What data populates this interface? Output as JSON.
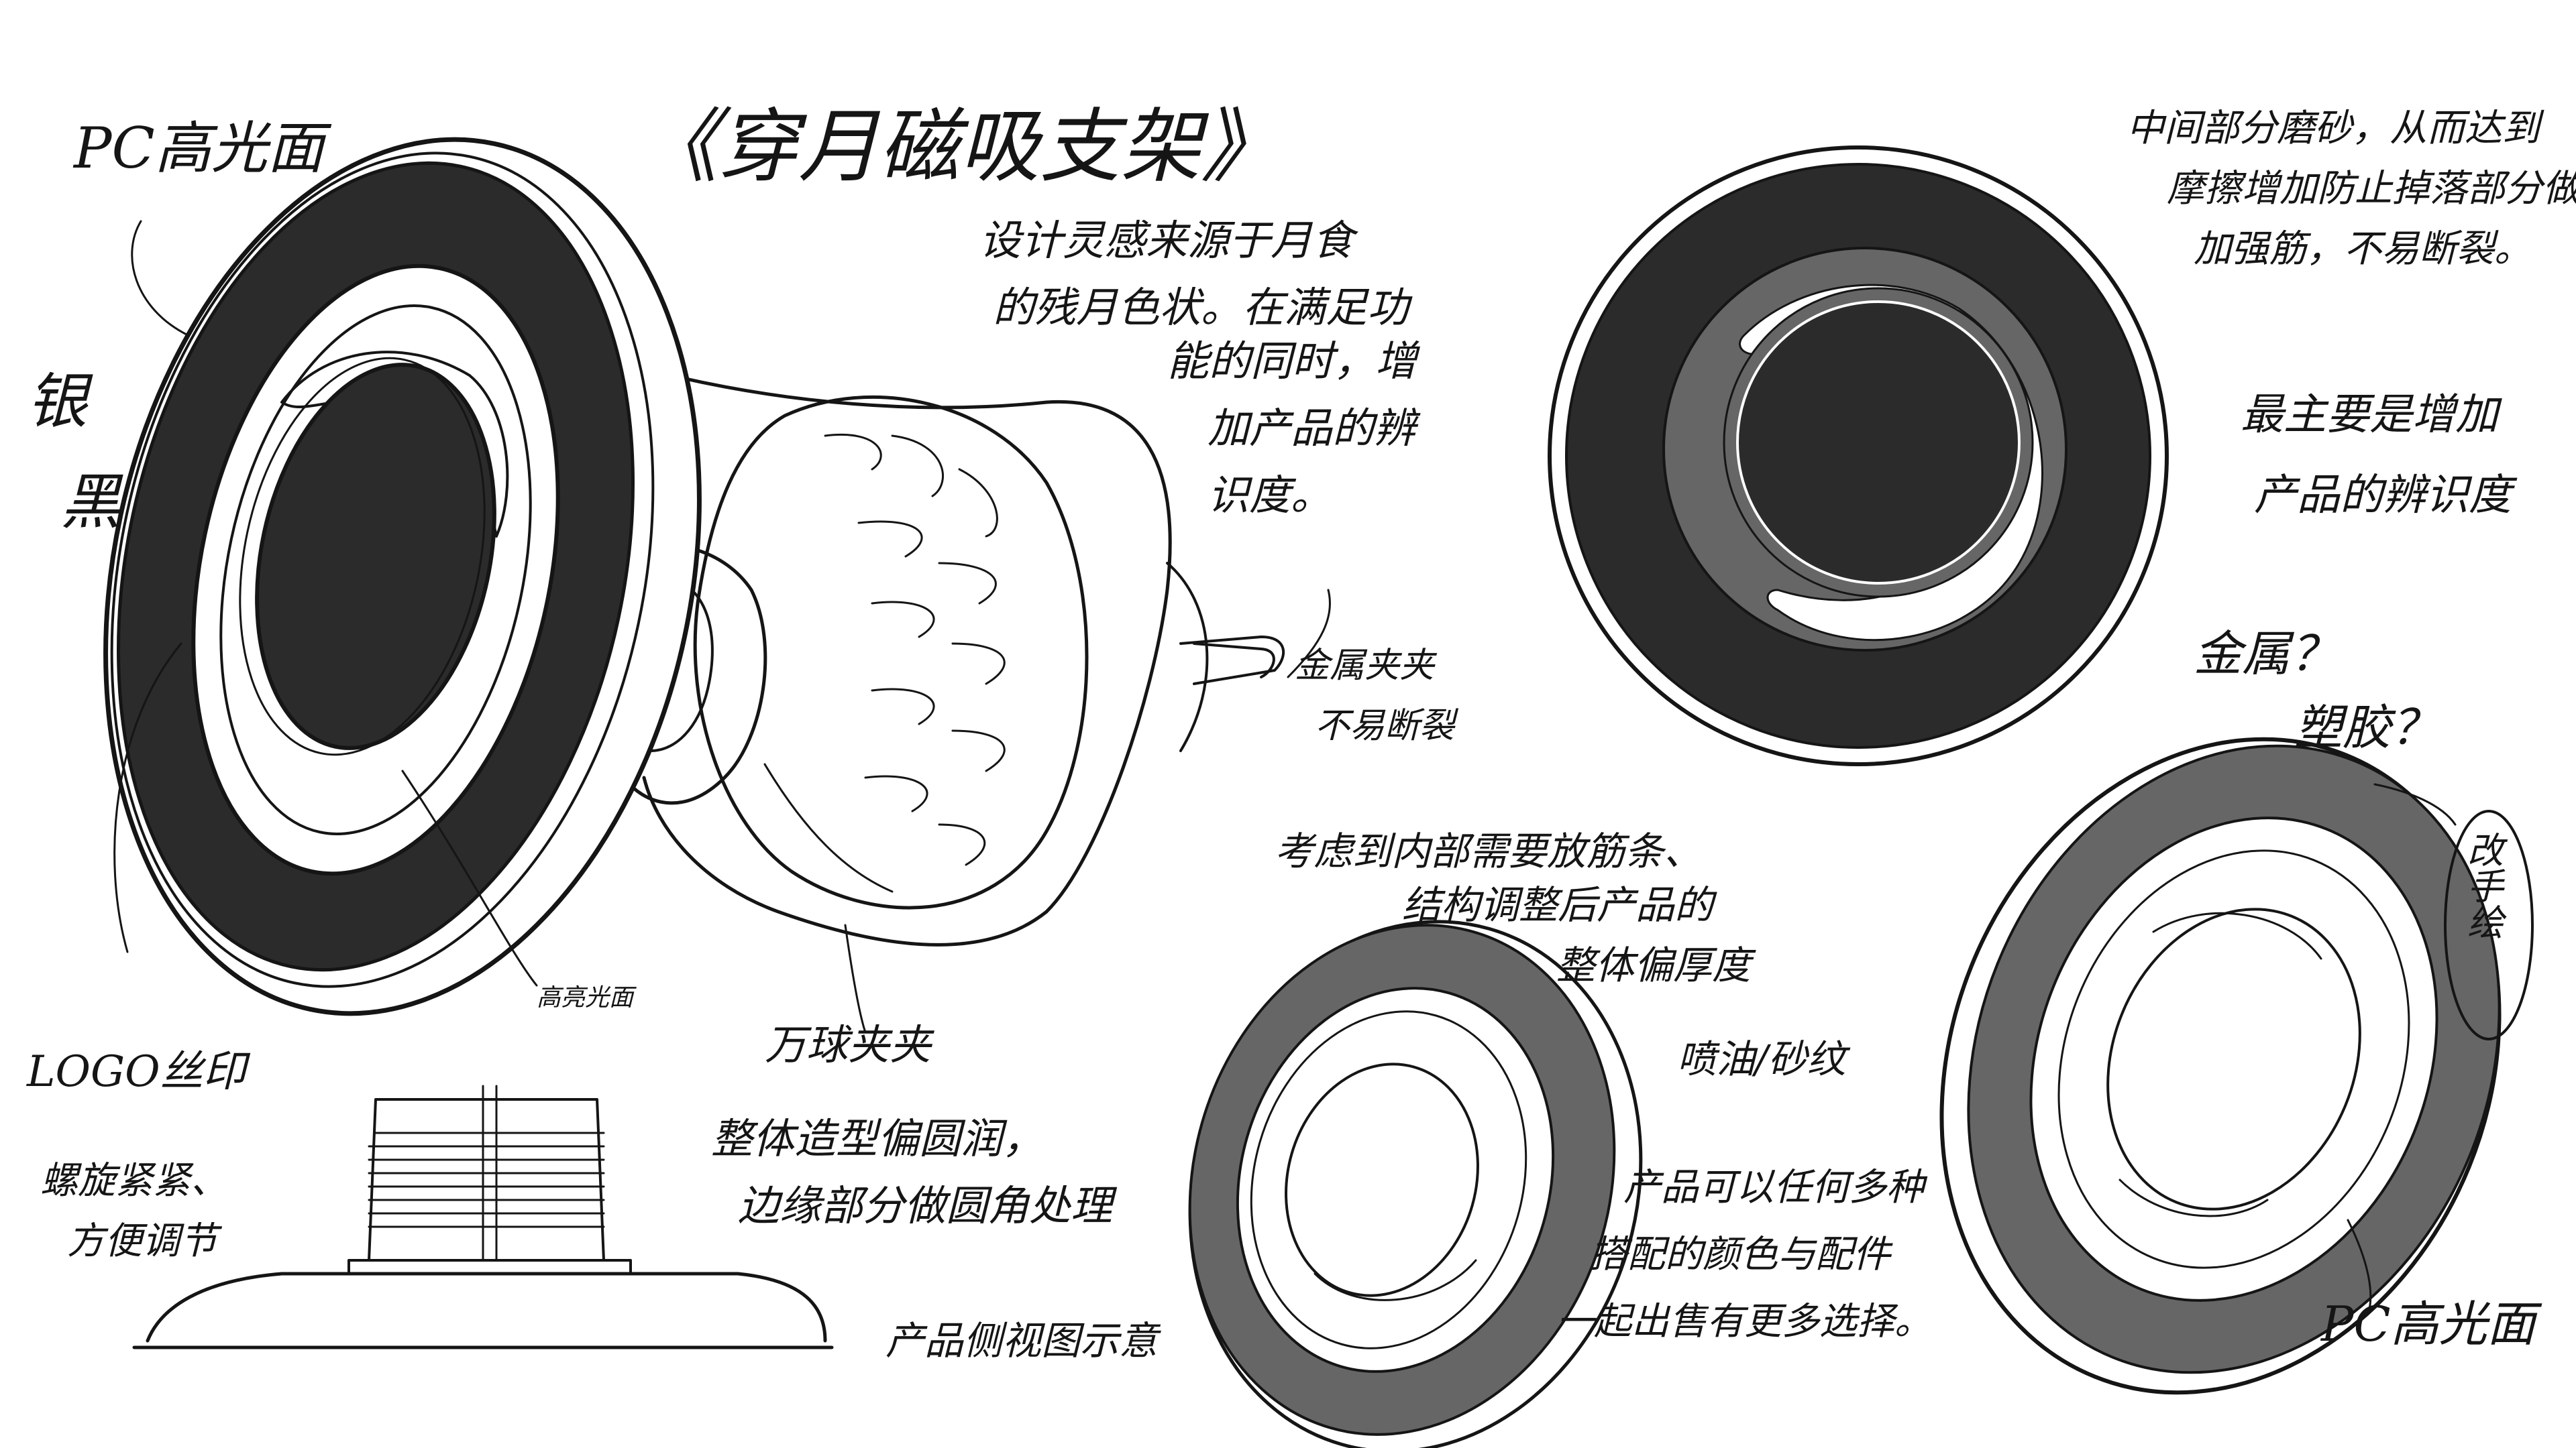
{
  "title": "《穿月磁吸支架》",
  "colors": {
    "ink": "#151515",
    "dark_gray": "#2b2b2b",
    "mid_gray": "#666666",
    "paper": "#ffffff"
  },
  "annotations": {
    "pc_gloss_top_left": "PC高光面",
    "silver_black": [
      "银",
      "黑"
    ],
    "design_inspiration": [
      "设计灵感来源于月食",
      "的残月色状。在满足功",
      "能的同时，增",
      "加产品的辨",
      "识度。"
    ],
    "metal_clip": [
      "金属夹夹",
      "不易断裂"
    ],
    "center_fine_texture": "中间部分磨砂，从而达到",
    "center_fine_texture_2": "摩擦增加防止掉落部分做",
    "center_fine_texture_3": "加强筋，不易断裂。",
    "main_appeal": [
      "最主要是增加",
      "产品的辨识度"
    ],
    "metal_or_plastic": [
      "金属？",
      "塑胶？"
    ],
    "hand_tuned": "改手绘",
    "consider_internal": [
      "考虑到内部需要放筋条、",
      "结构调整后产品的",
      "整体偏厚度"
    ],
    "high_gloss_surface_small": "高亮光面",
    "ball_clamp": "万球夹夹",
    "logo_silk": "LOGO丝印",
    "screw_tighten": [
      "螺旋紧紧、",
      "方便调节"
    ],
    "overall_round": [
      "整体造型偏圆润，",
      "边缘部分做圆角处理"
    ],
    "spray_finish": "喷油/砂纹",
    "product_side_view": "产品侧视图示意",
    "product_color_match": [
      "产品可以任何多种",
      "搭配的颜色与配件",
      "一起出售有更多选择。"
    ],
    "pc_gloss_bottom_right": "PC高光面"
  }
}
